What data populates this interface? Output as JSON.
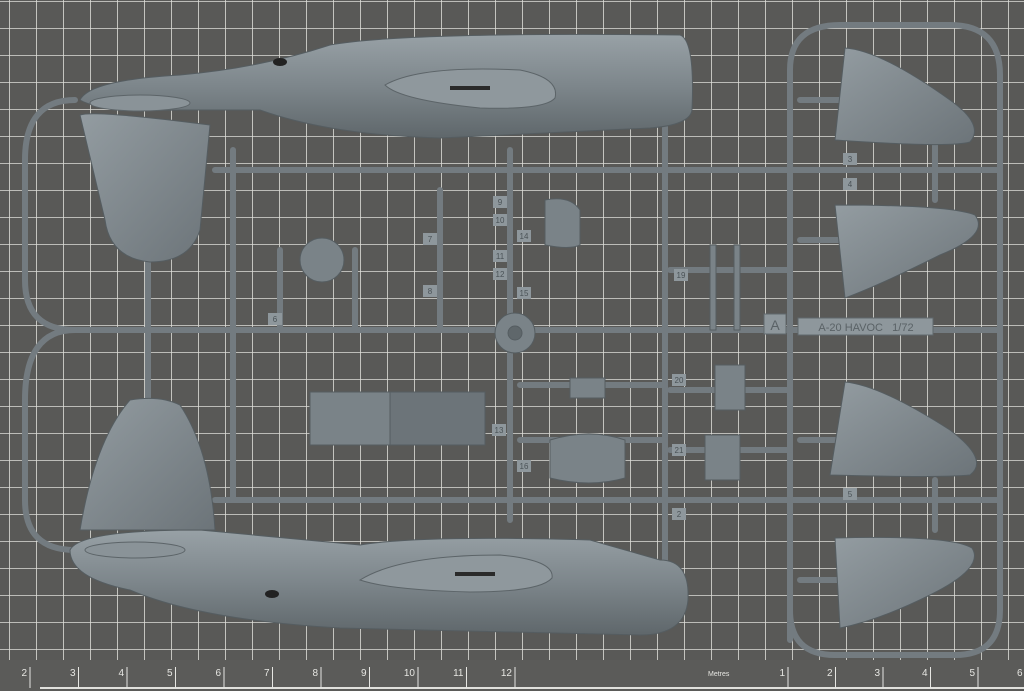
{
  "kit": {
    "sprue_letter": "A",
    "name_tag": "A-20 HAVOC   1/72",
    "part_numbers": [
      "19",
      "20",
      "21",
      "2",
      "3",
      "4",
      "5",
      "6",
      "7",
      "8",
      "9",
      "10",
      "11",
      "12",
      "13",
      "14",
      "15",
      "16"
    ]
  },
  "mat": {
    "ruler_cm": [
      "2",
      "3",
      "4",
      "5",
      "6",
      "7",
      "8",
      "9",
      "10",
      "11",
      "12"
    ],
    "metres_label": "Metres",
    "ruler_m": [
      "1",
      "2",
      "3",
      "4",
      "5",
      "6"
    ]
  },
  "colors": {
    "mat": "#595957",
    "grid": "#e8e8e4",
    "plastic": "#7a8388",
    "plastic_light": "#8d969b",
    "plastic_dark": "#5f676b"
  }
}
